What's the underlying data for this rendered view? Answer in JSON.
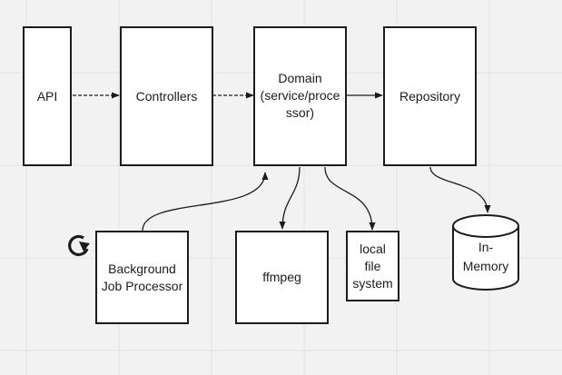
{
  "colors": {
    "background": "#f2f2f2",
    "grid": "#e2e2e2",
    "stroke": "#1c1c1c",
    "node_fill": "#ffffff"
  },
  "nodes": {
    "api": "API",
    "controllers": "Controllers",
    "domain": "Domain\n(service/proce\nssor)",
    "repository": "Repository",
    "background_job": "Background\nJob Processor",
    "ffmpeg": "ffmpeg",
    "local_fs": "local\nfile\nsystem",
    "in_memory": "In-\nMemory"
  },
  "icons": {
    "loop": "refresh-icon"
  }
}
